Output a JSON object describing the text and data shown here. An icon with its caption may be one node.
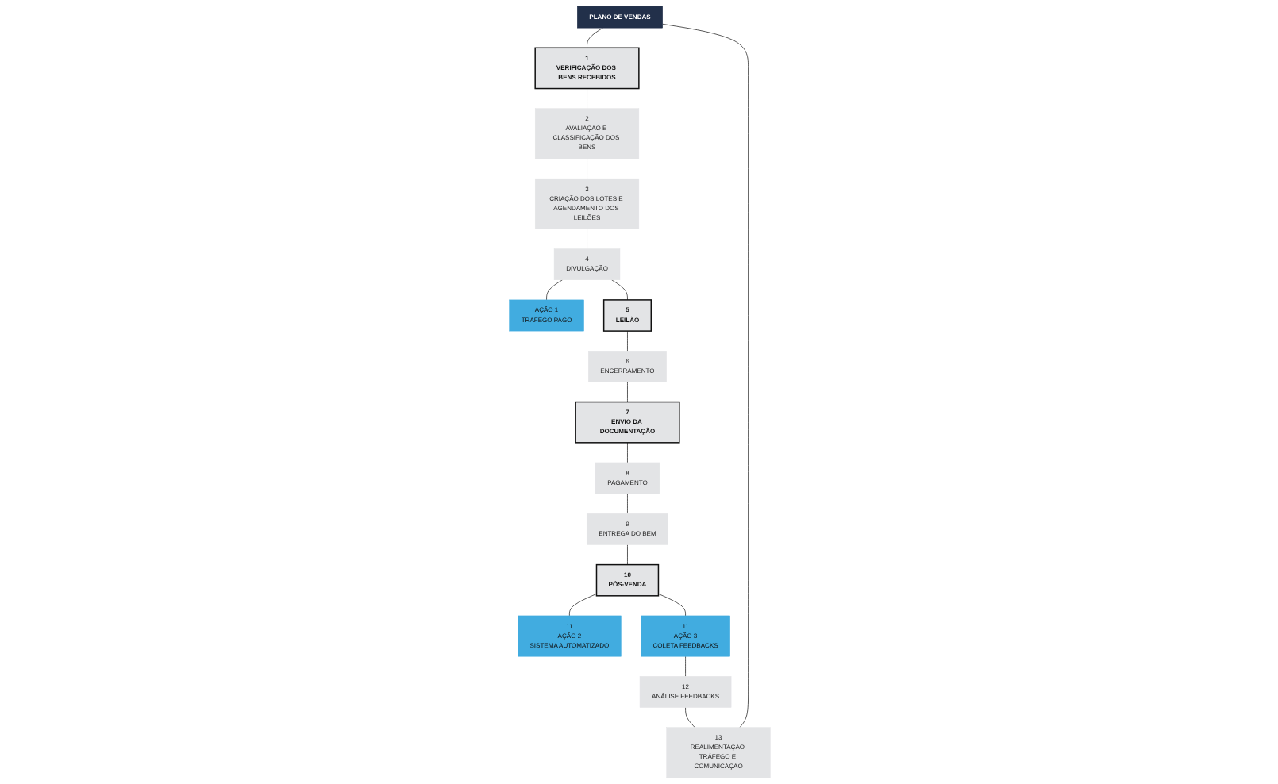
{
  "diagram": {
    "nodes": [
      {
        "text": [
          "PLANO DE VENDAS"
        ]
      },
      {
        "text": [
          "1",
          "VERIFICAÇÃO DOS BENS RECEBIDOS"
        ]
      },
      {
        "text": [
          "2",
          "AVALIAÇÃO E CLASSIFICAÇÃO DOS BENS"
        ]
      },
      {
        "text": [
          "3",
          "CRIAÇÃO DOS LOTES E AGENDAMENTO DOS LEILÕES"
        ]
      },
      {
        "text": [
          "4",
          "DIVULGAÇÃO"
        ]
      },
      {
        "text": [
          "AÇÃO 1",
          "TRÁFEGO PAGO"
        ]
      },
      {
        "text": [
          "5",
          "LEILÃO"
        ]
      },
      {
        "text": [
          "6",
          "ENCERRAMENTO"
        ]
      },
      {
        "text": [
          "7",
          "ENVIO DA DOCUMENTAÇÃO"
        ]
      },
      {
        "text": [
          "8",
          "PAGAMENTO"
        ]
      },
      {
        "text": [
          "9",
          "ENTREGA DO BEM"
        ]
      },
      {
        "text": [
          "10",
          "PÓS-VENDA"
        ]
      },
      {
        "text": [
          "11",
          "AÇÃO 2",
          "SISTEMA AUTOMATIZADO"
        ]
      },
      {
        "text": [
          "11",
          "AÇÃO 3",
          "COLETA FEEDBACKS"
        ]
      },
      {
        "text": [
          "12",
          "ANÁLISE FEEDBACKS"
        ]
      },
      {
        "text": [
          "13",
          "REALIMENTAÇÃO TRÁFEGO E COMUNICAÇÃO"
        ]
      }
    ],
    "edges": [
      {
        "from": 0,
        "to": 1,
        "arrow": "none"
      },
      {
        "from": 1,
        "to": 2,
        "arrow": "none"
      },
      {
        "from": 2,
        "to": 3,
        "arrow": "none"
      },
      {
        "from": 3,
        "to": 4,
        "arrow": "none"
      },
      {
        "from": 4,
        "to": 5,
        "arrow": "none"
      },
      {
        "from": 4,
        "to": 6,
        "arrow": "none"
      },
      {
        "from": 6,
        "to": 7,
        "arrow": "none"
      },
      {
        "from": 7,
        "to": 8,
        "arrow": "none"
      },
      {
        "from": 8,
        "to": 9,
        "arrow": "none"
      },
      {
        "from": 9,
        "to": 10,
        "arrow": "none"
      },
      {
        "from": 10,
        "to": 11,
        "arrow": "none"
      },
      {
        "from": 11,
        "to": 12,
        "arrow": "none"
      },
      {
        "from": 11,
        "to": 13,
        "arrow": "none"
      },
      {
        "from": 13,
        "to": 14,
        "arrow": "none"
      },
      {
        "from": 14,
        "to": 15,
        "arrow": "none"
      },
      {
        "from": 15,
        "to": 0,
        "arrow": "none"
      }
    ]
  }
}
